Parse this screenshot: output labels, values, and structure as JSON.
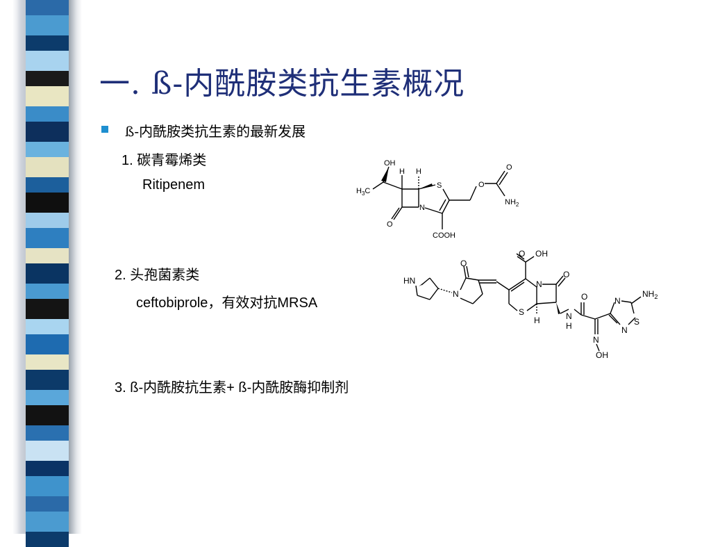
{
  "slide": {
    "title": "一. ß-内酰胺类抗生素概况",
    "bullet": "ß-内酰胺类抗生素的最新发展",
    "items": [
      {
        "heading": "1. 碳青霉烯类",
        "drug": "Ritipenem"
      },
      {
        "heading": "2. 头孢菌素类",
        "drug": "ceftobiprole，有效对抗MRSA"
      },
      {
        "heading": "3. ß-内酰胺抗生素+ ß-内酰胺酶抑制剂"
      }
    ]
  },
  "structures": {
    "ritipenem": {
      "labels": {
        "oh": "OH",
        "h1": "H",
        "h2": "H",
        "h3c": "H",
        "h3c_sub": "3",
        "h3c_c": "C",
        "s": "S",
        "n": "N",
        "o_lactam": "O",
        "o_ester": "O",
        "o_carbonyl": "O",
        "nh2": "NH",
        "nh2_sub": "2",
        "cooh": "COOH"
      }
    },
    "ceftobiprole": {
      "labels": {
        "cooh_o": "O",
        "cooh_oh": "OH",
        "o_pyrrolidinone": "O",
        "hn": "HN",
        "n_pyrr": "N",
        "n_lactam": "N",
        "o_lactam": "O",
        "s_ring": "S",
        "h_stereo": "H",
        "nh": "N",
        "nh_h": "H",
        "o_amide": "O",
        "n_oxime": "N",
        "oh_oxime": "OH",
        "n_thiad1": "N",
        "n_thiad2": "N",
        "s_thiad": "S",
        "nh2": "NH",
        "nh2_sub": "2"
      }
    }
  }
}
